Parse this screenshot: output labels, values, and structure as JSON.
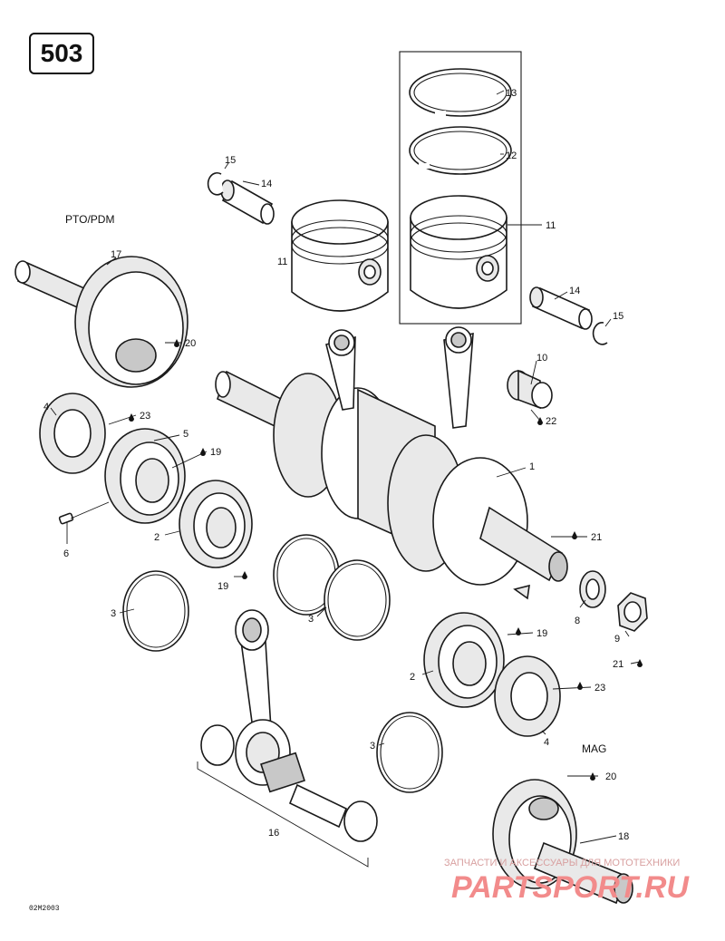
{
  "diagram_number": "503",
  "sections": {
    "pto": "PTO/PDM",
    "mag": "MAG"
  },
  "callouts": [
    {
      "id": "c13",
      "text": "13"
    },
    {
      "id": "c12",
      "text": "12"
    },
    {
      "id": "c11a",
      "text": "11"
    },
    {
      "id": "c11b",
      "text": "11"
    },
    {
      "id": "c15a",
      "text": "15"
    },
    {
      "id": "c14a",
      "text": "14"
    },
    {
      "id": "c14b",
      "text": "14"
    },
    {
      "id": "c15b",
      "text": "15"
    },
    {
      "id": "c17",
      "text": "17"
    },
    {
      "id": "c20a",
      "text": "20"
    },
    {
      "id": "c10",
      "text": "10"
    },
    {
      "id": "c22",
      "text": "22"
    },
    {
      "id": "c4a",
      "text": "4"
    },
    {
      "id": "c23a",
      "text": "23"
    },
    {
      "id": "c5",
      "text": "5"
    },
    {
      "id": "c19a",
      "text": "19"
    },
    {
      "id": "c1",
      "text": "1"
    },
    {
      "id": "c21a",
      "text": "21"
    },
    {
      "id": "c6",
      "text": "6"
    },
    {
      "id": "c2a",
      "text": "2"
    },
    {
      "id": "c19b",
      "text": "19"
    },
    {
      "id": "c3a",
      "text": "3"
    },
    {
      "id": "c3b",
      "text": "3"
    },
    {
      "id": "c8",
      "text": "8"
    },
    {
      "id": "c9",
      "text": "9"
    },
    {
      "id": "c21b",
      "text": "21"
    },
    {
      "id": "c2b",
      "text": "2"
    },
    {
      "id": "c19c",
      "text": "19"
    },
    {
      "id": "c23b",
      "text": "23"
    },
    {
      "id": "c4b",
      "text": "4"
    },
    {
      "id": "c3c",
      "text": "3"
    },
    {
      "id": "c20b",
      "text": "20"
    },
    {
      "id": "c18",
      "text": "18"
    },
    {
      "id": "c16",
      "text": "16"
    }
  ],
  "drawing_code": "02M2003",
  "watermark": {
    "text": "ЗАПЧАСТИ И АКСЕССУАРЫ ДЛЯ МОТОТЕХНИКИ",
    "logo": "PARTSPORT.RU"
  },
  "colors": {
    "line": "#1a1a1a",
    "watermark": "#f28b8b",
    "background": "#ffffff"
  }
}
